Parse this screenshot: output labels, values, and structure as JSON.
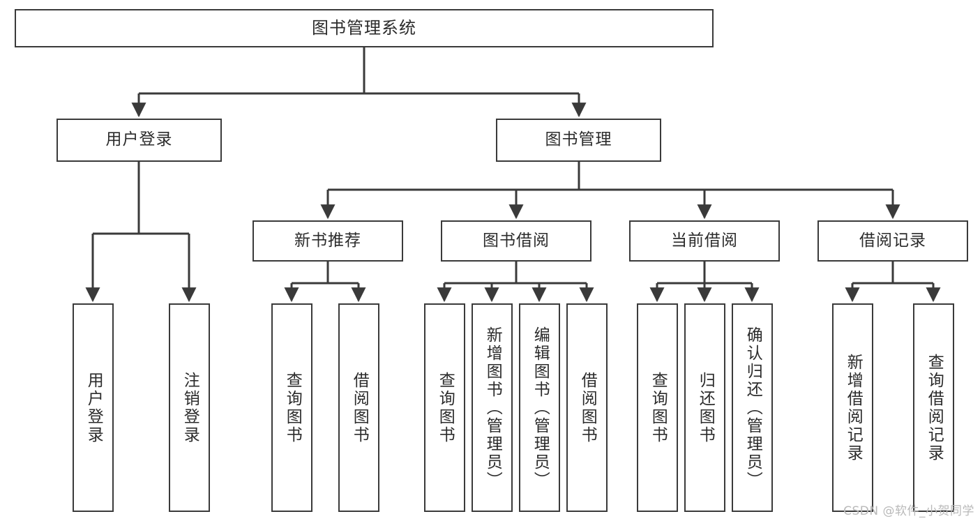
{
  "diagram": {
    "type": "tree",
    "title": "图书管理系统",
    "orientation": "top-down",
    "line_color": "#3a3a3a",
    "box_fill": "#ffffff",
    "text_color": "#2b2b2b",
    "nodes": {
      "root": {
        "label": "图书管理系统"
      },
      "level2": [
        {
          "id": "user-login",
          "label": "用户登录"
        },
        {
          "id": "book-manage",
          "label": "图书管理"
        }
      ],
      "level3": [
        {
          "id": "new-book-rec",
          "label": "新书推荐"
        },
        {
          "id": "book-borrow",
          "label": "图书借阅"
        },
        {
          "id": "current-borrow",
          "label": "当前借阅"
        },
        {
          "id": "borrow-record",
          "label": "借阅记录"
        }
      ],
      "leaves": {
        "user-login": [
          {
            "id": "leaf-user-login",
            "label": "用户登录"
          },
          {
            "id": "leaf-user-logout",
            "label": "注销登录"
          }
        ],
        "new-book-rec": [
          {
            "id": "leaf-query-book-1",
            "label": "查询图书"
          },
          {
            "id": "leaf-borrow-book-1",
            "label": "借阅图书"
          }
        ],
        "book-borrow": [
          {
            "id": "leaf-query-book-2",
            "label": "查询图书"
          },
          {
            "id": "leaf-add-book",
            "label": "新增图书（管理员）"
          },
          {
            "id": "leaf-edit-book",
            "label": "编辑图书（管理员）"
          },
          {
            "id": "leaf-borrow-book-2",
            "label": "借阅图书"
          }
        ],
        "current-borrow": [
          {
            "id": "leaf-query-book-3",
            "label": "查询图书"
          },
          {
            "id": "leaf-return-book",
            "label": "归还图书"
          },
          {
            "id": "leaf-confirm-return",
            "label": "确认归还（管理员）"
          }
        ],
        "borrow-record": [
          {
            "id": "leaf-add-record",
            "label": "新增借阅记录"
          },
          {
            "id": "leaf-query-record",
            "label": "查询借阅记录"
          }
        ]
      }
    }
  },
  "watermark": {
    "text": "CSDN @软件_小贺同学"
  }
}
